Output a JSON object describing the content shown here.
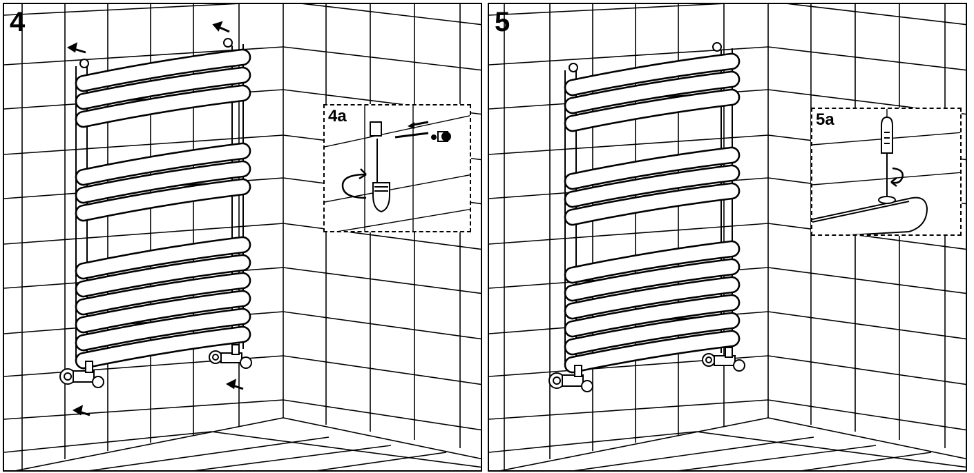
{
  "steps": [
    {
      "number": "4",
      "inset_label": "4a"
    },
    {
      "number": "5",
      "inset_label": "5a"
    }
  ],
  "colors": {
    "line": "#000000",
    "background": "#ffffff"
  }
}
